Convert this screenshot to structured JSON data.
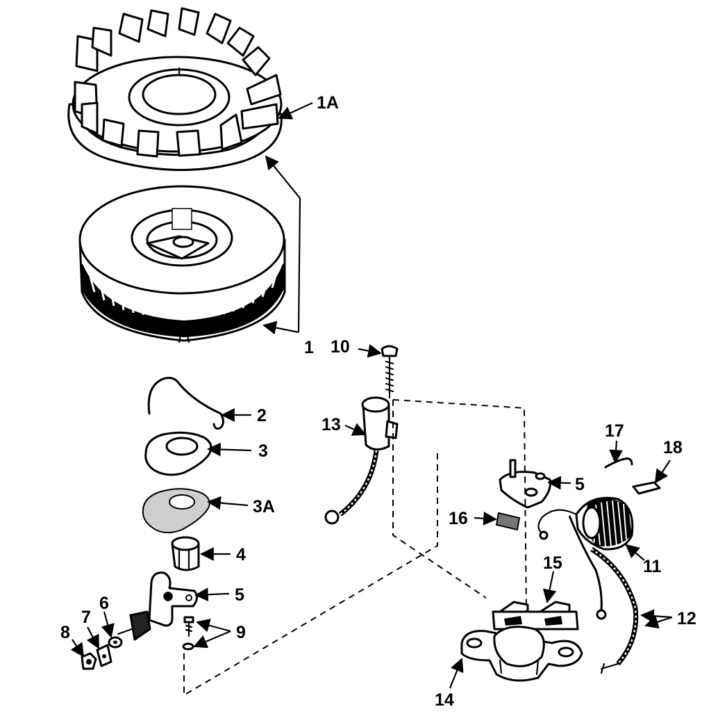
{
  "diagram": {
    "callouts": [
      "1A",
      "1",
      "2",
      "3",
      "3A",
      "4",
      "5",
      "6",
      "7",
      "8",
      "9",
      "10",
      "13",
      "5",
      "16",
      "17",
      "18",
      "11",
      "15",
      "12",
      "14"
    ]
  }
}
